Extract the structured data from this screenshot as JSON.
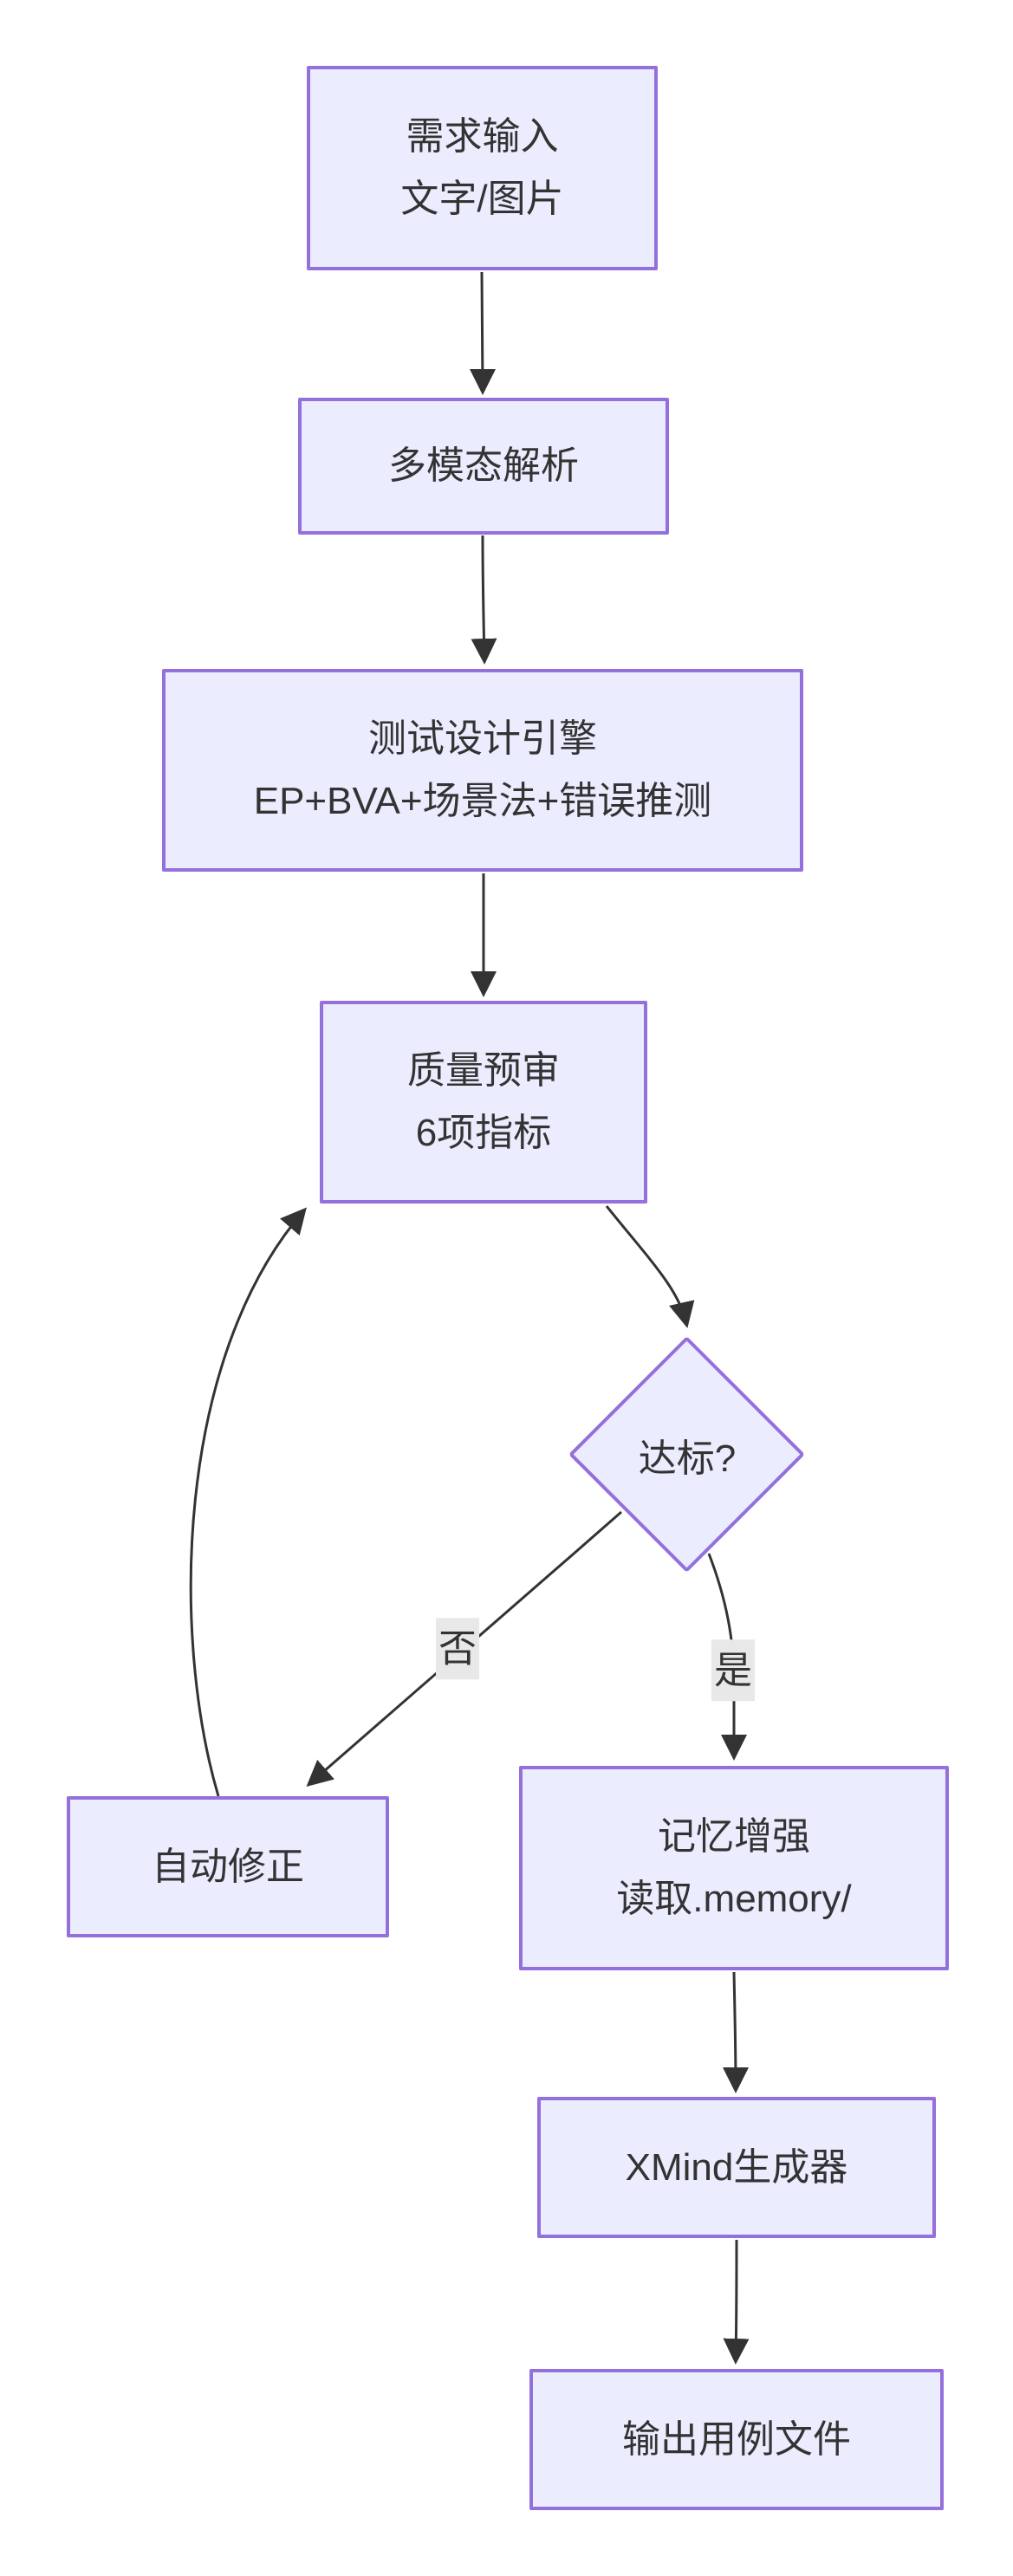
{
  "diagram": {
    "type": "flowchart",
    "direction": "top-down",
    "nodes": {
      "requirement_input": {
        "line1": "需求输入",
        "line2": "文字/图片"
      },
      "multimodal_parsing": {
        "line1": "多模态解析"
      },
      "test_design_engine": {
        "line1": "测试设计引擎",
        "line2": "EP+BVA+场景法+错误推测"
      },
      "quality_review": {
        "line1": "质量预审",
        "line2": "6项指标"
      },
      "decision": {
        "label": "达标?"
      },
      "auto_fix": {
        "line1": "自动修正"
      },
      "memory_enhance": {
        "line1": "记忆增强",
        "line2": "读取.memory/"
      },
      "xmind_generator": {
        "line1": "XMind生成器"
      },
      "output_file": {
        "line1": "输出用例文件"
      }
    },
    "edge_labels": {
      "no": "否",
      "yes": "是"
    },
    "edges": [
      "需求输入 → 多模态解析",
      "多模态解析 → 测试设计引擎",
      "测试设计引擎 → 质量预审",
      "质量预审 → 达标?",
      "达标? →(否) 自动修正",
      "达标? →(是) 记忆增强",
      "自动修正 → 质量预审",
      "记忆增强 → XMind生成器",
      "XMind生成器 → 输出用例文件"
    ]
  },
  "colors": {
    "node_fill": "#ECECFF",
    "node_border": "#9370DB",
    "edge": "#333333",
    "text": "#333333",
    "label_bg": "#E8E8E8"
  }
}
